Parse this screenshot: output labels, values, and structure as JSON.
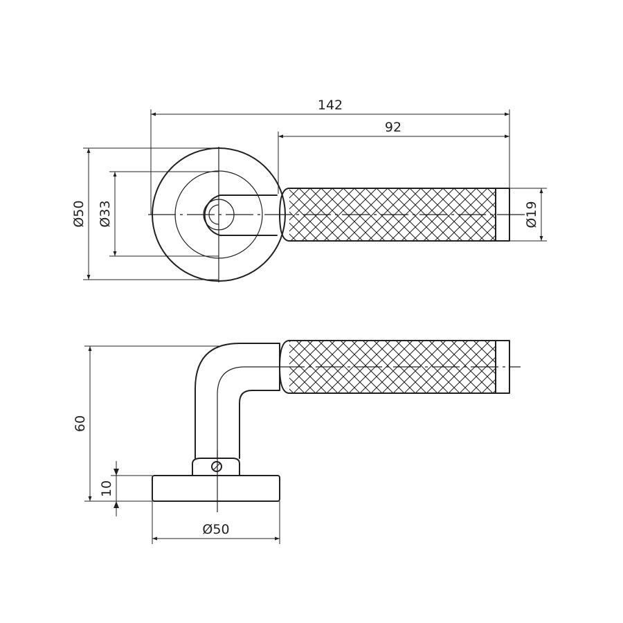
{
  "dimensions": {
    "overall_length": "142",
    "grip_length": "92",
    "rose_diameter_top": "Ø50",
    "inner_diameter": "Ø33",
    "grip_diameter": "Ø19",
    "height": "60",
    "rose_thickness": "10",
    "rose_diameter_side": "Ø50"
  }
}
